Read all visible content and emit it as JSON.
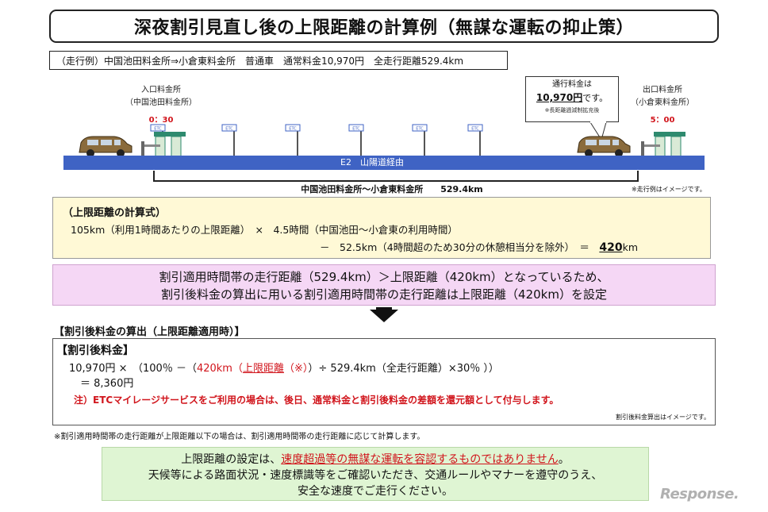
{
  "title": "深夜割引見直し後の上限距離の計算例（無謀な運転の抑止策）",
  "example": "（走行例）中国池田料金所⇒小倉東料金所　普通車　通常料金10,970円　全走行距離529.4km",
  "route": {
    "entry_title": "入口料金所",
    "entry_name": "（中国池田料金所）",
    "entry_time": "0：30",
    "exit_title": "出口料金所",
    "exit_name": "（小倉東料金所）",
    "exit_time": "5：00",
    "road_label": "E2　山陽道経由",
    "distance_label": "中国池田料金所～小倉東料金所　　529.4km",
    "etc_label": "ETC",
    "note": "※走行例はイメージです。",
    "price_line1": "通行料金は",
    "price_amount": "10,970円",
    "price_suffix": "です。",
    "price_note": "※長距離逓減制拡充後"
  },
  "formula": {
    "heading": "（上限距離の計算式）",
    "line1": "105km（利用1時間あたりの上限距離）　×　4.5時間（中国池田～小倉東の利用時間）",
    "line2_prefix": "－　52.5km（4時間超のため30分の休憩相当分を除外）　＝　",
    "line2_value": "420",
    "line2_unit": "km"
  },
  "pink": {
    "line1": "割引適用時間帯の走行距離（529.4km）＞上限距離（420km）となっているため、",
    "line2": "割引後料金の算出に用いる割引適用時間帯の走行距離は上限距離（420km）を設定"
  },
  "calc": {
    "header": "【割引後料金の算出（上限距離適用時）】",
    "sub": "【割引後料金】",
    "line_a": "10,970円 ×　（100％ －（",
    "line_b": "420km（",
    "line_c": "上限距離",
    "line_d": "（※）",
    "line_e": "）÷ 529.4km（全走行距離）×30％ ））",
    "result": "＝ 8,360円",
    "note": "注）ETCマイレージサービスをご利用の場合は、後日、通常料金と割引後料金の差額を還元額として付与します。",
    "image_note": "割引後料金算出はイメージです。"
  },
  "bottom_note": "※割引適用時間帯の走行距離が上限距離以下の場合は、割引適用時間帯の走行距離に応じて計算します。",
  "green": {
    "pre": "上限距離の設定は、",
    "emph": "速度超過等の無謀な運転を容認するものではありません",
    "post": "。",
    "line2": "天候等による路面状況・速度標識等をご確認いただき、交通ルールやマナーを遵守のうえ、",
    "line3": "安全な速度でご走行ください。"
  },
  "watermark": "Response.",
  "colors": {
    "road": "#3f63c4",
    "accent_red": "#d1151c",
    "formula_bg": "#fff9d6",
    "pink_bg": "#f5d7f5",
    "green_bg": "#dff5d3"
  }
}
